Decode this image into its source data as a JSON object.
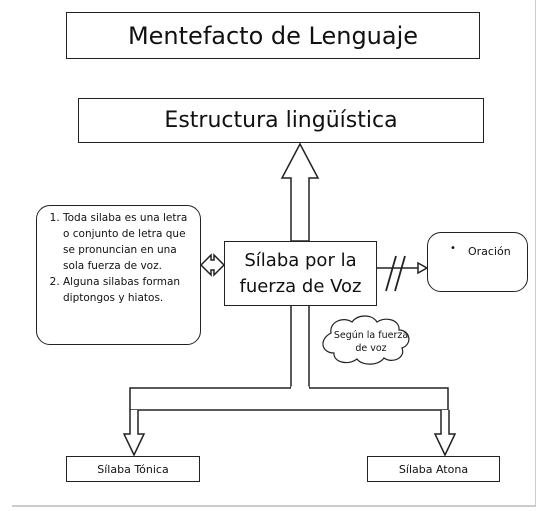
{
  "title": "Mentefacto de Lenguaje",
  "supraordinate": "Estructura lingüística",
  "central": "Sílaba por la fuerza de Voz",
  "isoordinate": [
    "Toda silaba es una letra o conjunto de letra  que se pronuncian  en una sola fuerza de voz.",
    "Alguna silabas forman diptongos y hiatos."
  ],
  "exclusion": {
    "bullet": "•",
    "label": "Oración"
  },
  "division_criterion": "Según la fuerza de voz",
  "infraordinates": [
    "Sílaba Tónica",
    "Sílaba Atona"
  ]
}
